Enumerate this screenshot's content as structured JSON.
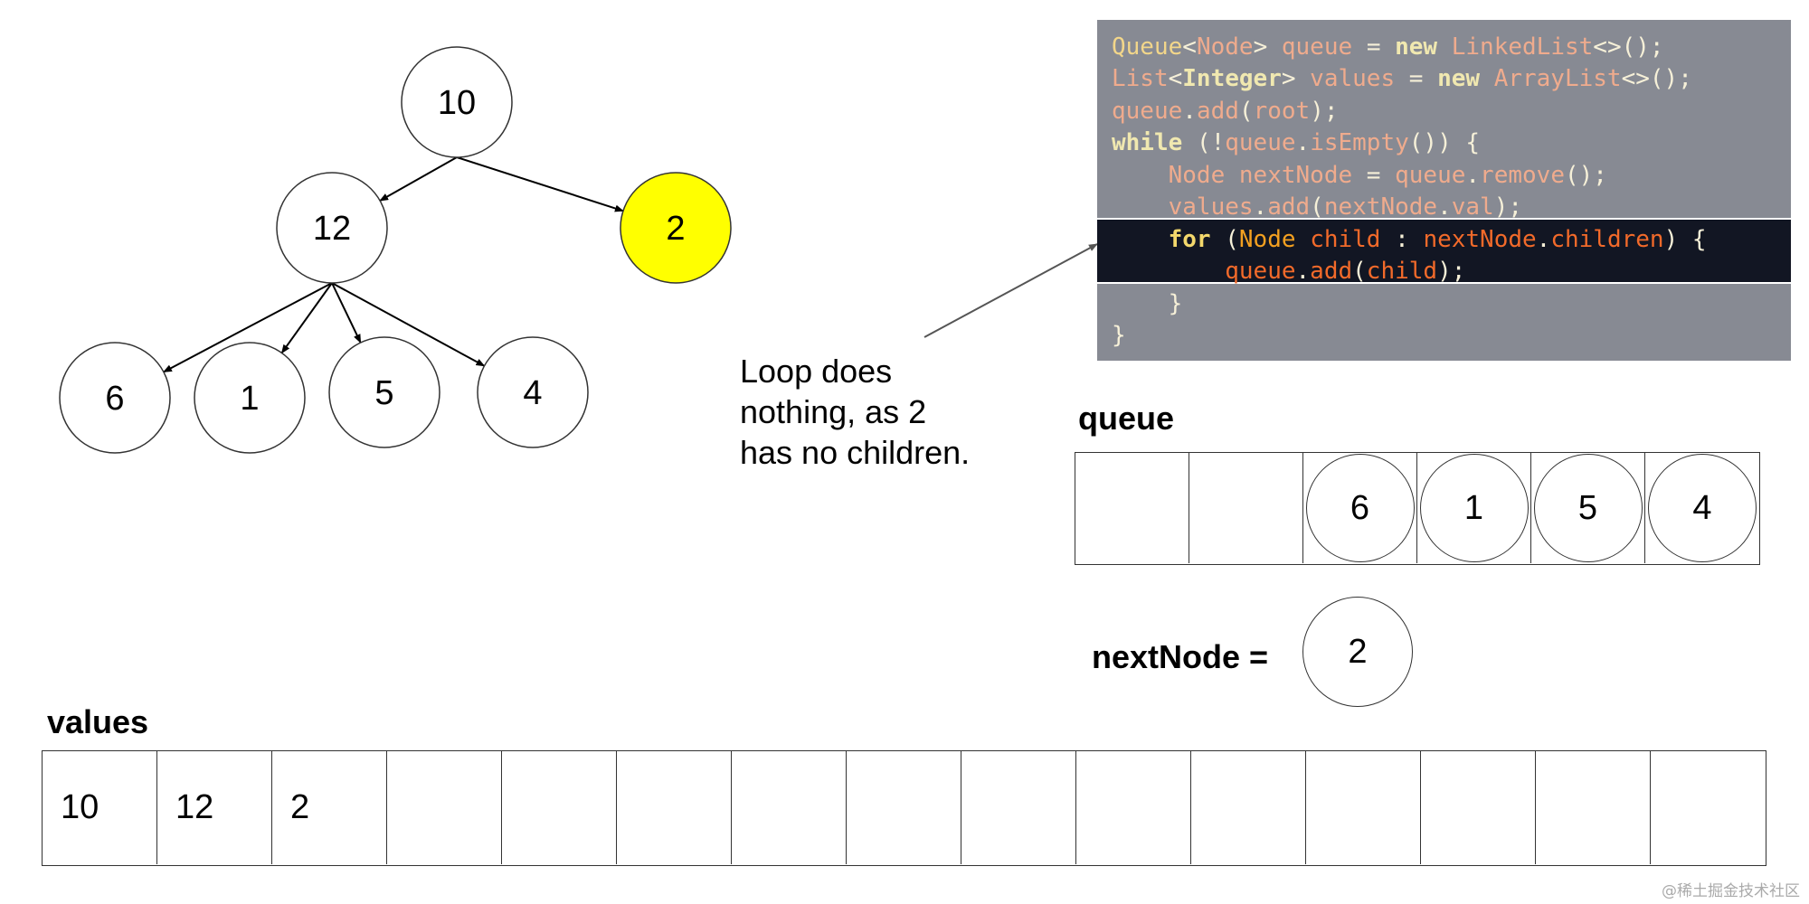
{
  "tree": {
    "nodes": [
      {
        "id": "n10",
        "label": "10",
        "highlight": false
      },
      {
        "id": "n12",
        "label": "12",
        "highlight": false
      },
      {
        "id": "n2",
        "label": "2",
        "highlight": true
      },
      {
        "id": "n6",
        "label": "6",
        "highlight": false
      },
      {
        "id": "n1",
        "label": "1",
        "highlight": false
      },
      {
        "id": "n5",
        "label": "5",
        "highlight": false
      },
      {
        "id": "n4",
        "label": "4",
        "highlight": false
      }
    ],
    "edges": [
      [
        "n10",
        "n12"
      ],
      [
        "n10",
        "n2"
      ],
      [
        "n12",
        "n6"
      ],
      [
        "n12",
        "n1"
      ],
      [
        "n12",
        "n5"
      ],
      [
        "n12",
        "n4"
      ]
    ],
    "highlight_color": "#ffff00"
  },
  "code": {
    "lines": [
      "Queue<Node> queue = new LinkedList<>();",
      "List<Integer> values = new ArrayList<>();",
      "queue.add(root);",
      "while (!queue.isEmpty()) {",
      "    Node nextNode = queue.remove();",
      "    values.add(nextNode.val);",
      "    for (Node child : nextNode.children) {",
      "        queue.add(child);",
      "    }",
      "}"
    ],
    "highlighted_lines": [
      6,
      7
    ]
  },
  "annotation": {
    "text": "Loop does nothing, as 2 has no children."
  },
  "queue": {
    "label": "queue",
    "cells": [
      "",
      "",
      "6",
      "1",
      "5",
      "4"
    ]
  },
  "next_node": {
    "label": "nextNode =",
    "value": "2"
  },
  "values": {
    "label": "values",
    "cells": [
      "10",
      "12",
      "2",
      "",
      "",
      "",
      "",
      "",
      "",
      "",
      "",
      "",
      "",
      "",
      ""
    ]
  },
  "watermark": "@稀土掘金技术社区"
}
